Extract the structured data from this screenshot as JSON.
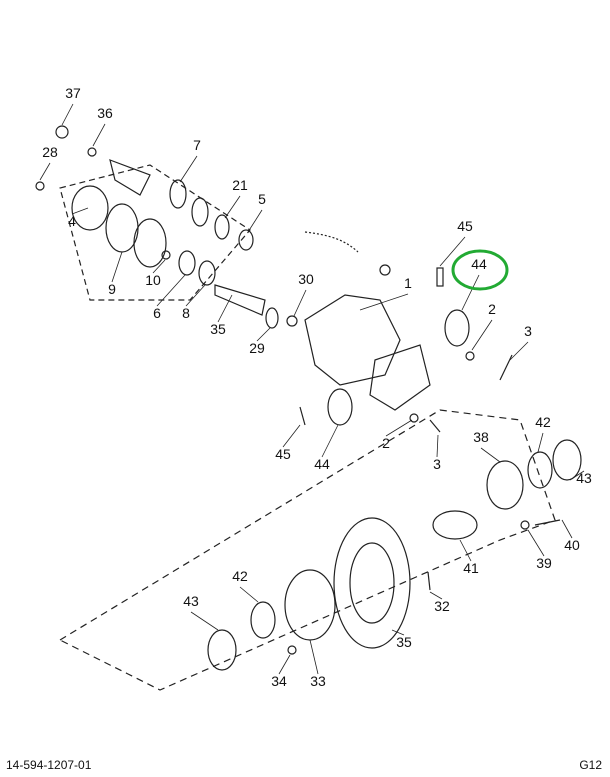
{
  "diagram": {
    "callouts": [
      "37",
      "36",
      "28",
      "7",
      "21",
      "5",
      "4",
      "9",
      "10",
      "6",
      "8",
      "35",
      "30",
      "29",
      "1",
      "45",
      "44",
      "2",
      "3",
      "45",
      "44",
      "2",
      "3",
      "38",
      "42",
      "43",
      "40",
      "39",
      "41",
      "32",
      "35",
      "42",
      "43",
      "34",
      "33"
    ],
    "highlight_color": "#22aa33",
    "highlighted_callout": "44"
  },
  "footer": {
    "drawing_number": "14-594-1207-01",
    "page_code": "G12"
  }
}
